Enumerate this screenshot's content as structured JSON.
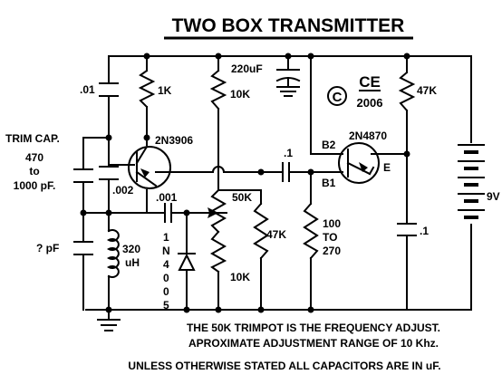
{
  "title": "TWO BOX TRANSMITTER",
  "labels": {
    "c_top_left": ".01",
    "r_1k": "1K",
    "trim_cap_line1": "TRIM CAP.",
    "trim_cap_line2": "470",
    "trim_cap_line3": "to",
    "trim_cap_line4": "1000 pF.",
    "q1": "2N3906",
    "c_002": ".002",
    "c_001": ".001",
    "c_pf": "? pF",
    "l_value": "320",
    "l_unit": "uH",
    "diode": [
      "1",
      "N",
      "4",
      "0",
      "0",
      "5"
    ],
    "c_220": "220uF",
    "r_10k_top": "10K",
    "pot_50k": "50K",
    "r_10k_bottom": "10K",
    "r_47k_mid": "47K",
    "c_01_mid": ".1",
    "b2": "B2",
    "b1": "B1",
    "e": "E",
    "q2": "2N4870",
    "r_47k_right": "47K",
    "r_100_line1": "100",
    "r_100_line2": "TO",
    "r_100_line3": "270",
    "c_01_right": ".1",
    "battery": "9V",
    "copyright_ce": "CE",
    "copyright_c": "C",
    "year": "2006"
  },
  "notes": [
    "THE 50K TRIMPOT IS THE FREQUENCY ADJUST.",
    "APROXIMATE ADJUSTMENT RANGE OF 10 Khz.",
    "UNLESS OTHERWISE STATED  ALL CAPACITORS ARE IN uF."
  ]
}
